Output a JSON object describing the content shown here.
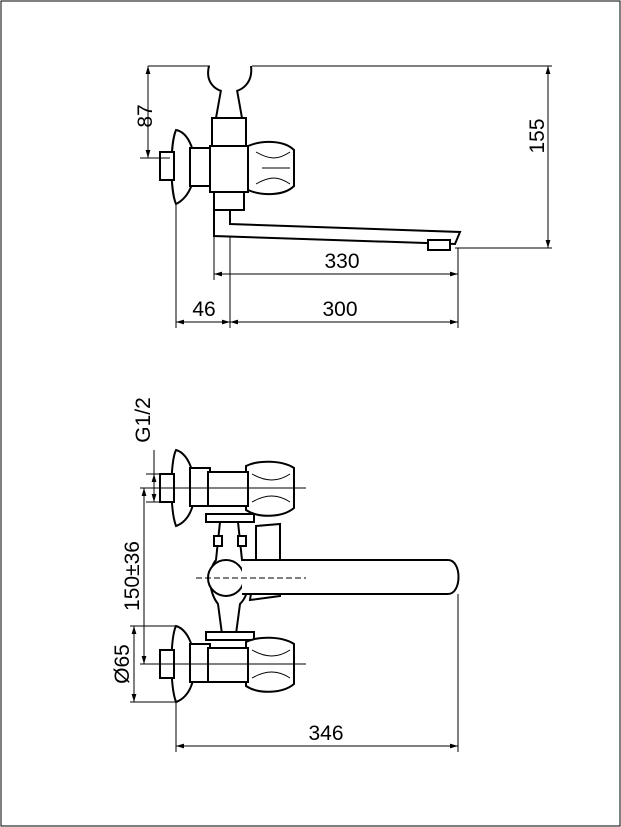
{
  "drawing": {
    "top_view": {
      "dim_87": "87",
      "dim_155": "155",
      "dim_330": "330",
      "dim_46": "46",
      "dim_300": "300"
    },
    "front_view": {
      "dim_g12": "G1/2",
      "dim_150": "150±36",
      "dim_d65": "Ø65",
      "dim_346": "346"
    }
  }
}
